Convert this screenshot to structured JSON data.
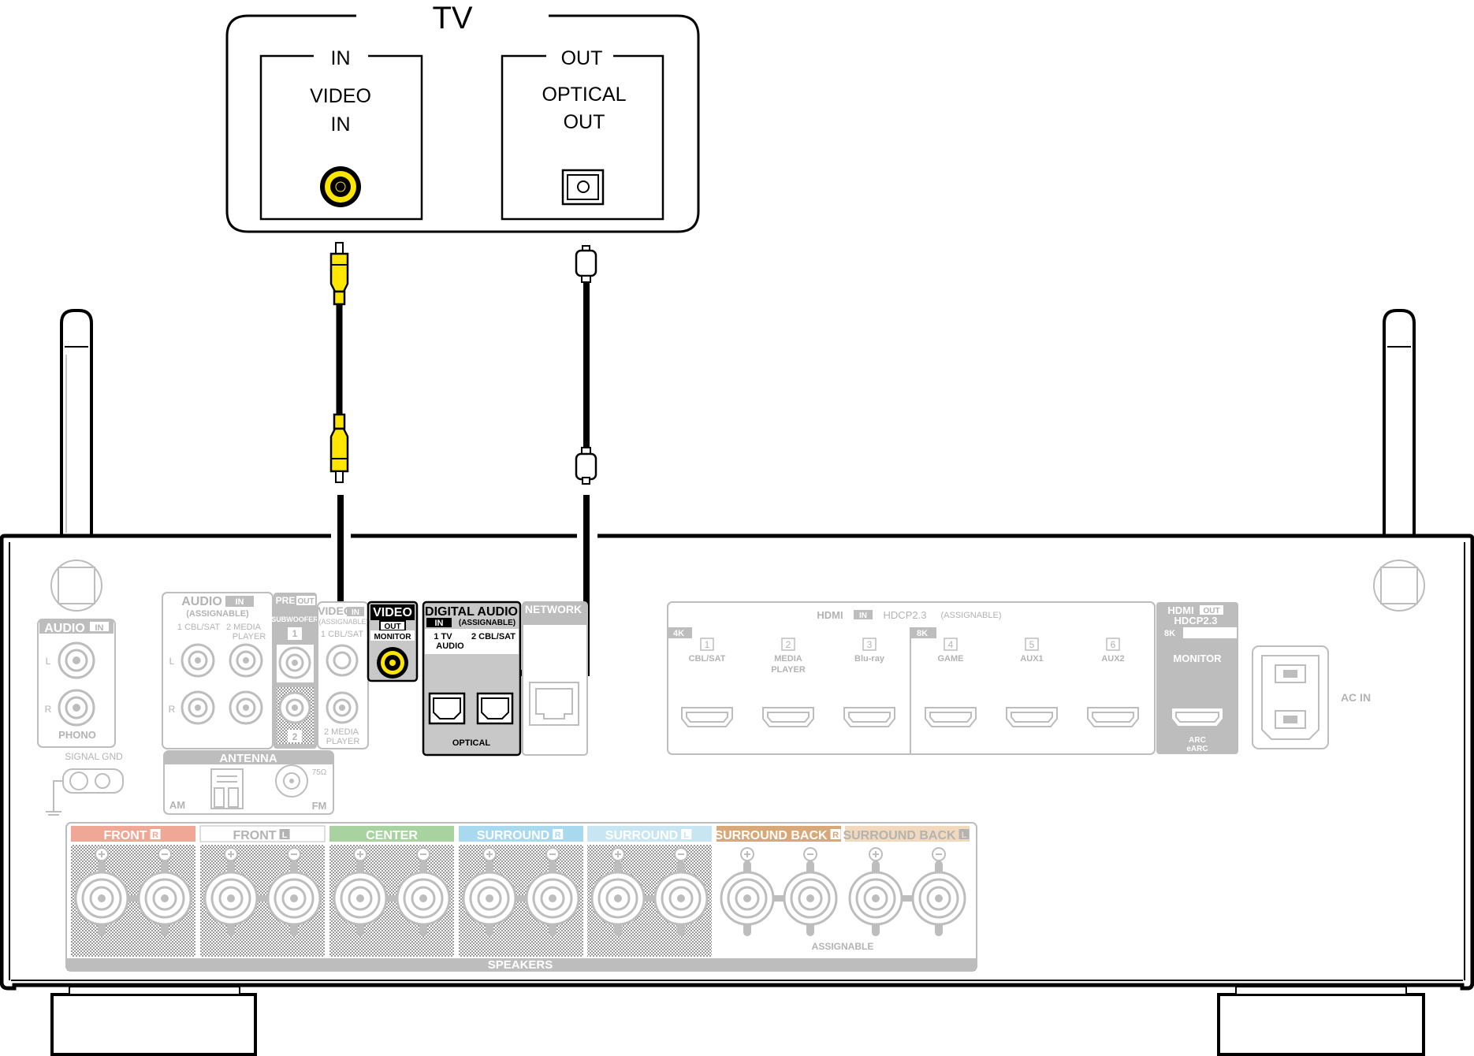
{
  "tv": {
    "title": "TV",
    "in_section": {
      "header": "IN",
      "label_line1": "VIDEO",
      "label_line2": "IN"
    },
    "out_section": {
      "header": "OUT",
      "label_line1": "OPTICAL",
      "label_line2": "OUT"
    }
  },
  "receiver": {
    "audio_in_phono": {
      "title": "AUDIO",
      "badge": "IN",
      "left": "L",
      "right": "R",
      "label": "PHONO"
    },
    "signal_gnd": "SIGNAL GND",
    "audio_in_assignable": {
      "title": "AUDIO",
      "badge": "IN",
      "sub": "(ASSIGNABLE)",
      "input1": "1 CBL/SAT",
      "input2_line1": "2  MEDIA",
      "input2_line2": "PLAYER",
      "left": "L",
      "right": "R"
    },
    "pre_out": {
      "title": "PRE",
      "badge": "OUT",
      "sub": "SUBWOOFER",
      "ch1": "1",
      "ch2": "2"
    },
    "video_in": {
      "title": "VIDEO",
      "badge": "IN",
      "sub": "(ASSIGNABLE)",
      "input1": "1 CBL/SAT",
      "input2_line1": "2 MEDIA",
      "input2_line2": "PLAYER"
    },
    "video_out": {
      "title": "VIDEO",
      "badge": "OUT",
      "label": "MONITOR"
    },
    "digital_audio": {
      "title": "DIGITAL AUDIO",
      "badge": "IN",
      "sub": "(ASSIGNABLE)",
      "input1_line1": "1   TV",
      "input1_line2": "AUDIO",
      "input2": "2 CBL/SAT",
      "label": "OPTICAL"
    },
    "network": "NETWORK",
    "antenna": {
      "title": "ANTENNA",
      "am": "AM",
      "fm": "FM",
      "ohm": "75Ω"
    },
    "hdmi_in": {
      "title": "HDMI",
      "badge": "IN",
      "hdcp": "HDCP2.3",
      "sub": "(ASSIGNABLE)",
      "group_4k": "4K",
      "group_8k": "8K",
      "ports": [
        {
          "num": "1",
          "line1": "CBL/SAT",
          "line2": ""
        },
        {
          "num": "2",
          "line1": "MEDIA",
          "line2": "PLAYER"
        },
        {
          "num": "3",
          "line1": "Blu-ray",
          "line2": ""
        },
        {
          "num": "4",
          "line1": "GAME",
          "line2": ""
        },
        {
          "num": "5",
          "line1": "AUX1",
          "line2": ""
        },
        {
          "num": "6",
          "line1": "AUX2",
          "line2": ""
        }
      ]
    },
    "hdmi_out": {
      "title": "HDMI",
      "badge": "OUT",
      "hdcp": "HDCP2.3",
      "group_8k": "8K",
      "label": "MONITOR",
      "arc": "ARC",
      "earc": "eARC"
    },
    "ac_in": "AC IN",
    "speakers": {
      "title": "SPEAKERS",
      "assignable": "ASSIGNABLE",
      "channels": [
        {
          "name": "FRONT",
          "side": "R",
          "color": "#f0a896"
        },
        {
          "name": "FRONT",
          "side": "L",
          "color": "#ffffff"
        },
        {
          "name": "CENTER",
          "side": "",
          "color": "#a8d3a0"
        },
        {
          "name": "SURROUND",
          "side": "R",
          "color": "#a8d9ee"
        },
        {
          "name": "SURROUND",
          "side": "L",
          "color": "#c8e6f2"
        },
        {
          "name": "SURROUND BACK",
          "side": "R",
          "color": "#d8a878"
        },
        {
          "name": "SURROUND BACK",
          "side": "L",
          "color": "#f2d9bd"
        }
      ]
    }
  },
  "colors": {
    "rca_yellow": "#ffe600",
    "cable": "#000000",
    "panel_gray": "#bdbdbd",
    "highlight_bg": "#c8c8c8"
  }
}
